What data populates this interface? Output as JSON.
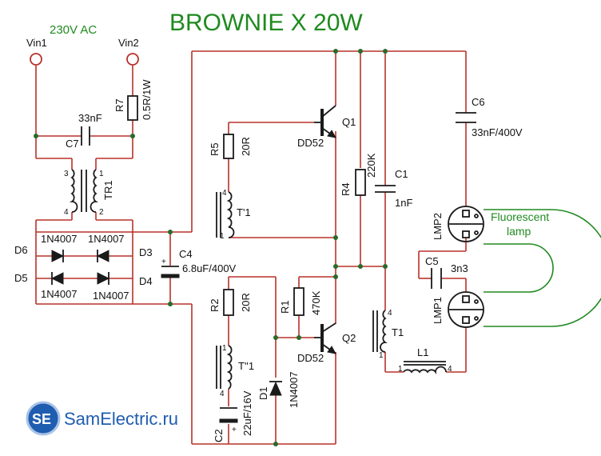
{
  "title": "BROWNIE X 20W",
  "supply": "230V AC",
  "terminals": {
    "vin1": "Vin1",
    "vin2": "Vin2"
  },
  "lamp_note": {
    "line1": "Fluorescent",
    "line2": "lamp"
  },
  "brand": {
    "logo": "SE",
    "site": "SamElectric.ru"
  },
  "components": {
    "r7": {
      "ref": "R7",
      "value": "0.5R/1W"
    },
    "c7": {
      "ref": "C7",
      "value": "33nF"
    },
    "tr1": {
      "ref": "TR1"
    },
    "d6": {
      "ref": "D6",
      "value": "1N4007"
    },
    "d3": {
      "ref": "D3",
      "value": "1N4007"
    },
    "d5": {
      "ref": "D5",
      "value": "1N4007"
    },
    "d4": {
      "ref": "D4",
      "value": "1N4007"
    },
    "c4": {
      "ref": "C4",
      "value": "6.8uF/400V"
    },
    "r5": {
      "ref": "R5",
      "value": "20R"
    },
    "t1a": {
      "ref": "T'1"
    },
    "q1": {
      "ref": "Q1",
      "value": "DD52"
    },
    "r4": {
      "ref": "R4",
      "value": "220K"
    },
    "c1": {
      "ref": "C1",
      "value": "1nF"
    },
    "c6": {
      "ref": "C6",
      "value": "33nF/400V"
    },
    "lmp2": {
      "ref": "LMP2"
    },
    "lmp1": {
      "ref": "LMP1"
    },
    "c5": {
      "ref": "C5",
      "value": "3n3"
    },
    "r2": {
      "ref": "R2",
      "value": "20R"
    },
    "t1b": {
      "ref": "T''1"
    },
    "r1": {
      "ref": "R1",
      "value": "470K"
    },
    "q2": {
      "ref": "Q2",
      "value": "DD52"
    },
    "t1": {
      "ref": "T1"
    },
    "l1": {
      "ref": "L1"
    },
    "d1": {
      "ref": "D1",
      "value": "1N4007"
    },
    "c2": {
      "ref": "C2",
      "value": "22uF/16V"
    }
  },
  "pins": {
    "p1": "1",
    "p2": "2",
    "p3": "3",
    "p4": "4"
  },
  "polarity": {
    "plus": "+"
  },
  "colors": {
    "wire": "#b8322a",
    "title": "#1f8a1f",
    "brand": "#1f5db0",
    "junction": "#2a6a2a"
  }
}
